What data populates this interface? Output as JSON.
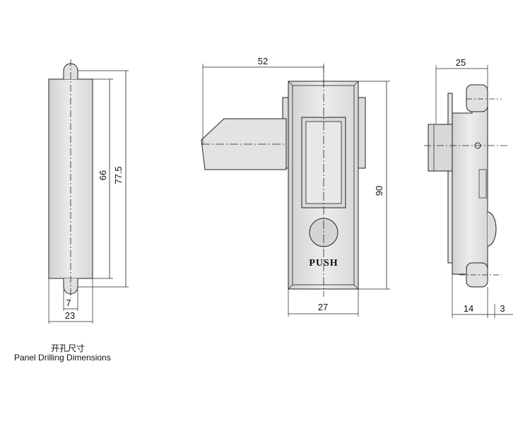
{
  "dimensions": {
    "panel_height_inner": "66",
    "panel_height_outer": "77.5",
    "panel_slot_width": "7",
    "panel_width": "23",
    "handle_length": "52",
    "body_height": "90",
    "body_width": "27",
    "side_depth": "25",
    "side_thickness": "14",
    "side_gap": "3"
  },
  "labels": {
    "push": "PUSH",
    "caption_cn": "开孔尺寸",
    "caption_en": "Panel Drilling Dimensions"
  },
  "colors": {
    "body_fill": "#e6e6e6",
    "body_dark": "#cfcfcf",
    "line": "#222222"
  }
}
